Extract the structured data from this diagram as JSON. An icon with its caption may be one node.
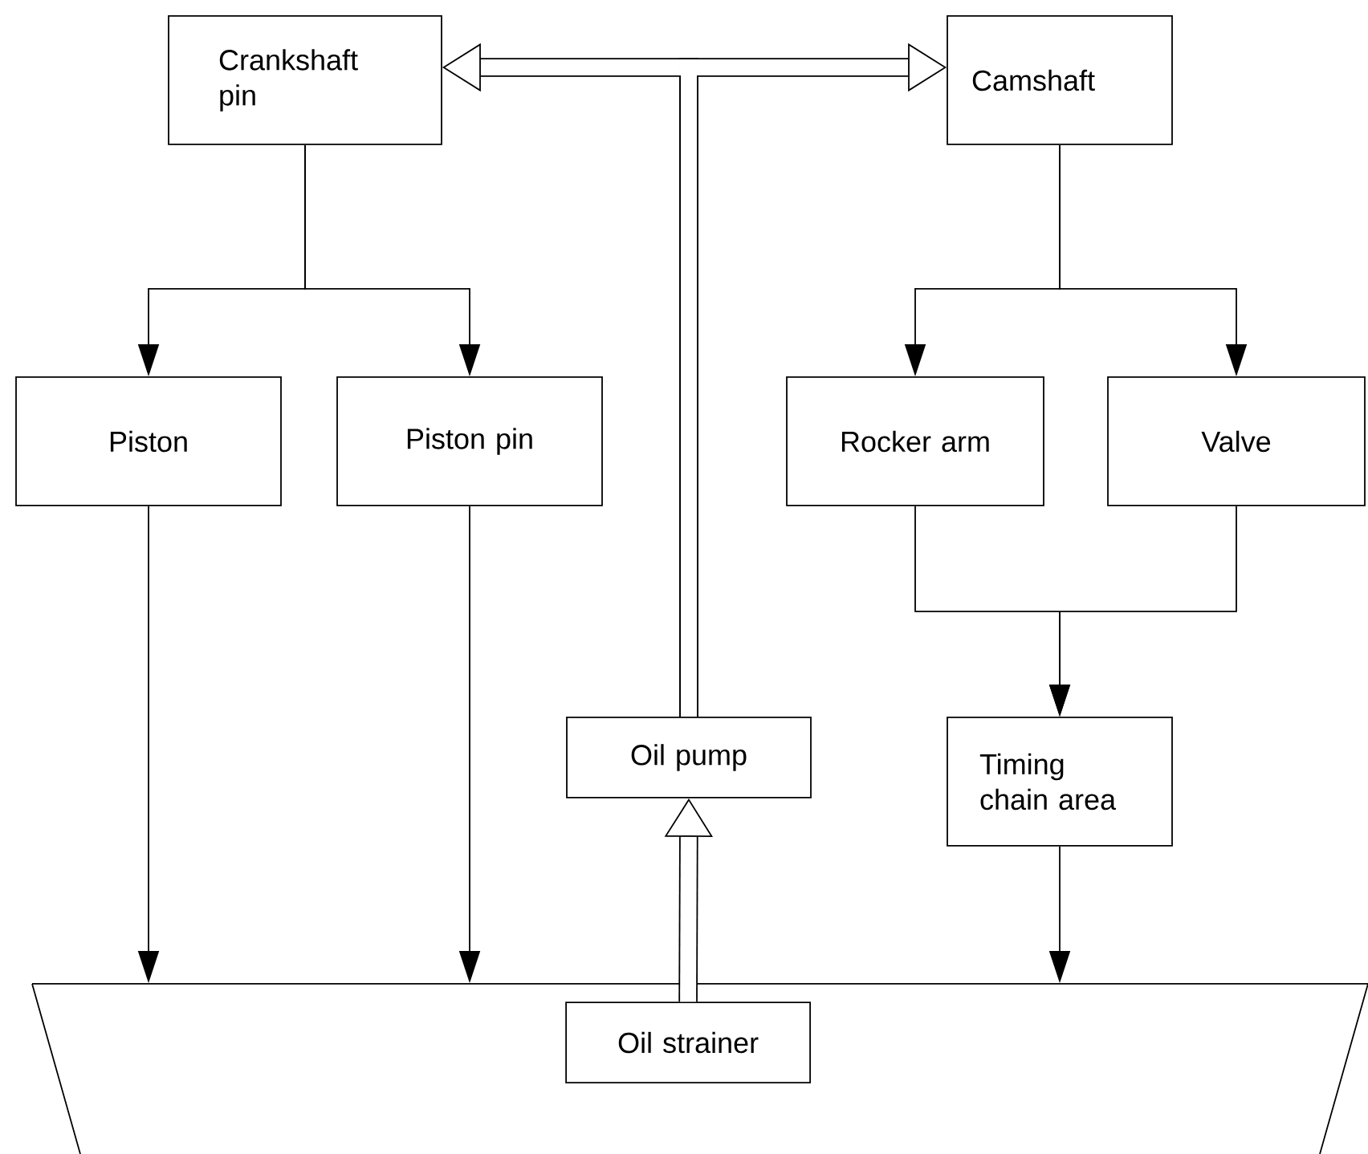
{
  "diagram": {
    "nodes": [
      {
        "text": [
          "Crankshaft pin"
        ]
      },
      {
        "text": [
          "Camshaft"
        ]
      },
      {
        "text": [
          "Piston"
        ]
      },
      {
        "text": [
          "Piston pin"
        ]
      },
      {
        "text": [
          "Rocker arm"
        ]
      },
      {
        "text": [
          "Valve"
        ]
      },
      {
        "text": [
          "Oil pump"
        ]
      },
      {
        "text": [
          "Timing chain area"
        ]
      },
      {
        "text": [],
        "shape": "trapezoid"
      },
      {
        "text": [
          "Oil strainer"
        ],
        "in": 8
      }
    ],
    "edges": [
      {
        "from": 6,
        "to": 0,
        "arrow": "to",
        "style": "thick"
      },
      {
        "from": 6,
        "to": 1,
        "arrow": "to",
        "style": "thick"
      },
      {
        "from": 0,
        "to": 2,
        "arrow": "to"
      },
      {
        "from": 0,
        "to": 3,
        "arrow": "to"
      },
      {
        "from": 1,
        "to": 4,
        "arrow": "to"
      },
      {
        "from": 1,
        "to": 5,
        "arrow": "to"
      },
      {
        "from": 4,
        "to": 7,
        "arrow": "to"
      },
      {
        "from": 5,
        "to": 7,
        "arrow": "to"
      },
      {
        "from": 2,
        "to": 8,
        "arrow": "to"
      },
      {
        "from": 3,
        "to": 8,
        "arrow": "to"
      },
      {
        "from": 7,
        "to": 8,
        "arrow": "to"
      },
      {
        "from": 9,
        "to": 6,
        "arrow": "to",
        "style": "thick"
      }
    ]
  }
}
